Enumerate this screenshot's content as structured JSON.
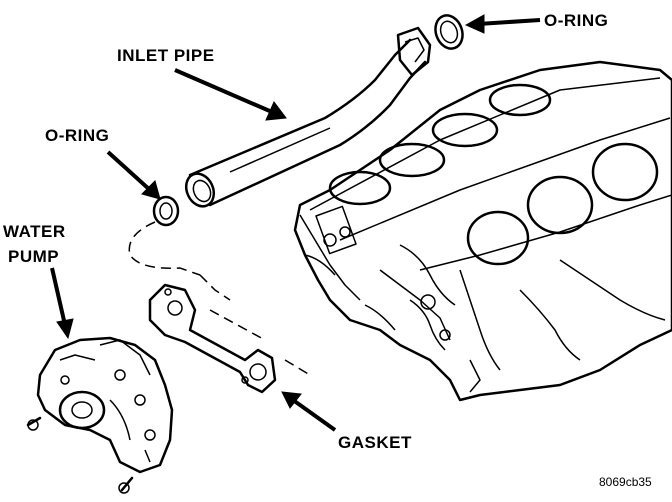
{
  "labels": {
    "o_ring_top": "O-RING",
    "inlet_pipe": "INLET PIPE",
    "o_ring_left": "O-RING",
    "water_pump_line1": "WATER",
    "water_pump_line2": "PUMP",
    "gasket": "GASKET",
    "figure_code": "8069cb35"
  }
}
